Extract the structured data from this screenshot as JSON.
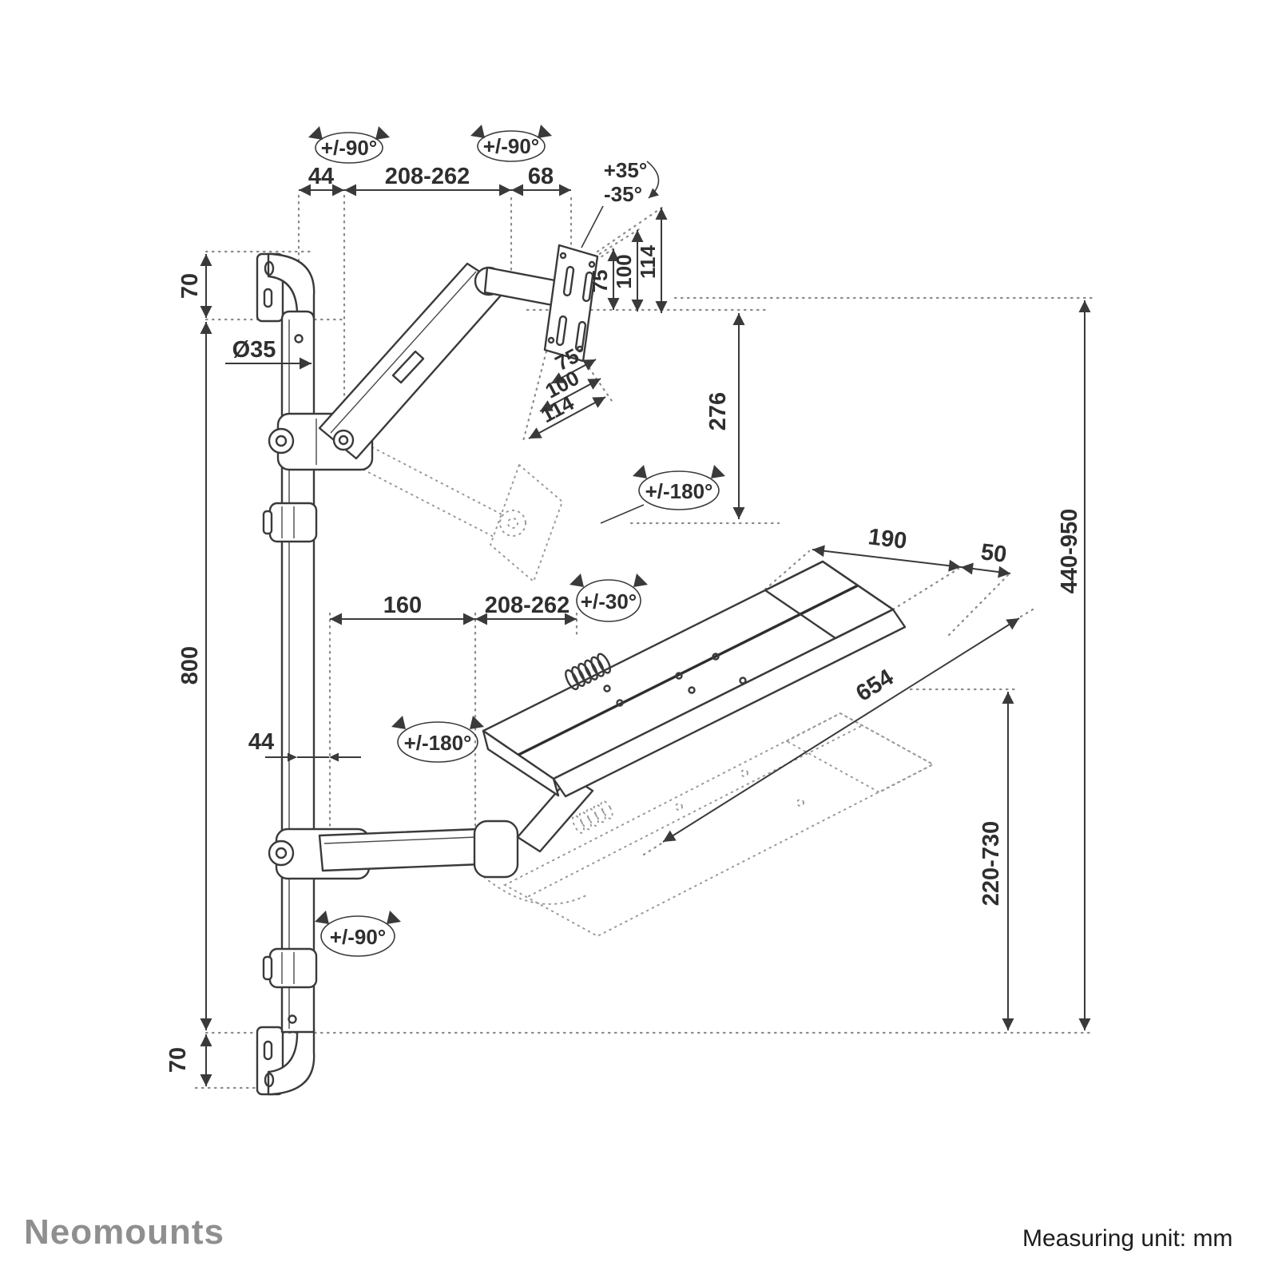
{
  "colors": {
    "background": "#ffffff",
    "ink": "#3a3a3a",
    "ghost_dotted": "#9a9a9a",
    "reference_dotted": "#8a8a8a",
    "brand_gray": "#8f8f8f",
    "footer_text": "#1d1d1d"
  },
  "labels": {
    "rotate_top_left": "+/-90°",
    "rotate_top_right": "+/-90°",
    "dim_44_top": "44",
    "dim_208_262_top": "208-262",
    "dim_68": "68",
    "tilt_up": "+35°",
    "tilt_down": "-35°",
    "dim_70_top": "70",
    "dia_35": "Ø35",
    "vesa_75_vertical": "75",
    "vesa_100_vertical": "100",
    "vesa_114_vertical": "114",
    "vesa_75_diagonal": "75",
    "vesa_100_diagonal": "100",
    "vesa_114_diagonal": "114",
    "dim_276": "276",
    "rotate_180_upper": "+/-180°",
    "dim_190": "190",
    "dim_50": "50",
    "dim_160": "160",
    "dim_208_262_lower": "208-262",
    "rotate_30": "+/-30°",
    "dim_654": "654",
    "dim_800": "800",
    "dim_44_lower": "44",
    "rotate_180_lower": "+/-180°",
    "dim_440_950": "440-950",
    "dim_220_730": "220-730",
    "rotate_90_lower": "+/-90°",
    "dim_70_bottom": "70"
  },
  "footer": {
    "brand": "Neomounts",
    "measuring_unit": "Measuring unit: mm"
  }
}
